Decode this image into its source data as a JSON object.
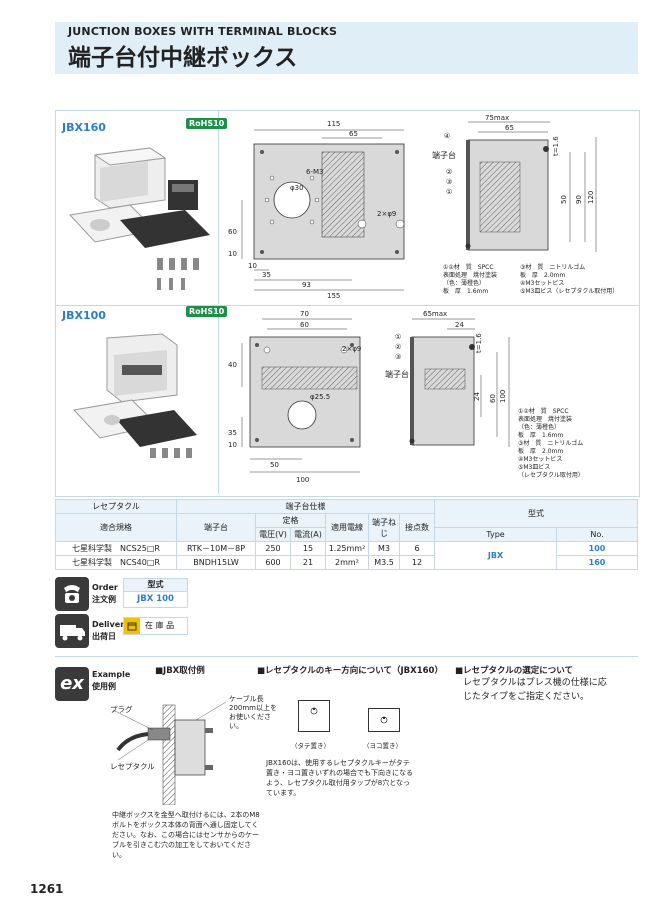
{
  "header": {
    "title_en": "JUNCTION BOXES WITH TERMINAL BLOCKS",
    "title_jp": "端子台付中継ボックス"
  },
  "jbx160": {
    "model": "JBX160",
    "rohs": "RoHS10",
    "front": {
      "w115": "115",
      "w65": "65",
      "h60": "60",
      "d10": "10",
      "d35": "35",
      "d93": "93",
      "d155": "155",
      "holes_top": "6-M3",
      "hole_dia": "φ30",
      "holes_side": "2×φ9",
      "w10": "10"
    },
    "side": {
      "max": "75max",
      "w65": "65",
      "h50": "50",
      "h90": "90",
      "h120": "120",
      "t16": "t=1.6",
      "label": "端子台",
      "c1": "①",
      "c2": "②",
      "c3": "③",
      "c4": "④"
    },
    "notes": [
      "①②材　質　SPCC",
      "表面処理　焼付塗装",
      "（色：薄橙色）",
      "板　厚　1.6mm",
      "③材　質　ニトリルゴム",
      "板　厚　2.0mm",
      "④M3セットビス",
      "⑤M3皿ビス（レセプタクル取付用）"
    ]
  },
  "jbx100": {
    "model": "JBX100",
    "rohs": "RoHS10",
    "front": {
      "w70": "70",
      "w60": "60",
      "h40": "40",
      "h35": "35",
      "d10": "10",
      "d50": "50",
      "d100": "100",
      "hole_dia": "φ25.5",
      "holes_side": "2×φ9"
    },
    "side": {
      "max": "65max",
      "w24": "24",
      "h24": "24",
      "h60": "60",
      "h100": "100",
      "t16": "t=1.6",
      "label": "端子台",
      "c1": "①",
      "c2": "②",
      "c3": "③"
    },
    "notes": [
      "①②材　質　SPCC",
      "表面処理　焼付塗装",
      "（色：薄橙色）",
      "板　厚　1.6mm",
      "③材　質　ニトリルゴム",
      "板　厚　2.0mm",
      "④M3セットビス",
      "⑤M3皿ビス",
      "（レセプタクル取付用）"
    ]
  },
  "table": {
    "h_receptacle": "レセプタクル",
    "h_terminal_spec": "端子台仕様",
    "h_type": "型式",
    "h_standard": "適合規格",
    "h_terminal": "端子台",
    "h_rating": "定格",
    "h_voltage": "電圧(V)",
    "h_current": "電流(A)",
    "h_wire": "適用電線",
    "h_screw": "端子ねじ",
    "h_points": "接点数",
    "h_type_en": "Type",
    "h_no": "No.",
    "rows": [
      {
        "std": "七星科学製　NCS25□R",
        "term": "RTK－10M－8P",
        "v": "250",
        "a": "15",
        "wire": "1.25mm²",
        "screw": "M3",
        "pts": "6",
        "no": "100"
      },
      {
        "std": "七星科学製　NCS40□R",
        "term": "BNDH15LW",
        "v": "600",
        "a": "21",
        "wire": "2mm²",
        "screw": "M3.5",
        "pts": "12",
        "no": "160"
      }
    ],
    "type_val": "JBX"
  },
  "order": {
    "en": "Order",
    "jp": "注文例",
    "type_label": "型式",
    "example": "JBX 100"
  },
  "delivery": {
    "en": "Delivery",
    "jp": "出荷日",
    "stock": "在 庫 品"
  },
  "example": {
    "en": "Example",
    "jp": "使用例",
    "sec1": "■JBX取付例",
    "sec2": "■レセプタクルのキー方向について（JBX160）",
    "sec3": "■レセプタクルの選定について",
    "cable": "ケーブル長200mm以上をお使いください。",
    "plug": "プラグ",
    "receptacle": "レセプタクル",
    "tate": "（タテ置き）",
    "yoko": "（ヨコ置き）",
    "key_note": "JBX160は、使用するレセプタクルキーがタテ置き・ヨコ置きいずれの場合でも下向きになるよう、レセプタクル取付用タップが8穴となっています。",
    "mount_note": "中継ボックスを金型へ取付けるには、2本のM8ボルトをボックス本体の背面へ通し固定してください。なお、この場合にはセンサからのケーブルを引きこむ穴の加工をしておいてください。",
    "select_note": "レセプタクルはプレス機の仕様に応じたタイプをご指定ください。"
  },
  "page_number": "1261"
}
